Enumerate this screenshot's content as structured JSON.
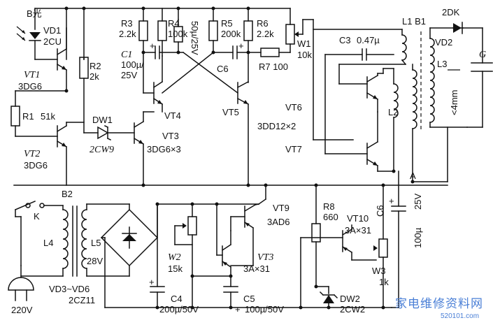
{
  "labels": {
    "b_light": "B光",
    "vd1": "VD1",
    "vd1_type": "2CU",
    "vt1": "VT1",
    "vt1_type": "3DG6",
    "r1": "R1",
    "r1_val": "51k",
    "vt2": "VT2",
    "vt2_type": "3DG6",
    "r2": "R2",
    "r2_val": "2k",
    "dw1": "DW1",
    "dw1_type": "2CW9",
    "r3": "R3",
    "r3_val": "2.2k",
    "r4": "R4",
    "r4_val": "100k",
    "c1": "C1",
    "c1_val1": "100µ/",
    "c1_val2": "25V",
    "c_mid": "50µ/25V",
    "r5": "R5",
    "r5_val": "200k",
    "r6": "R6",
    "r6_val": "2.2k",
    "c6_top": "C6",
    "vt4": "VT4",
    "vt5": "VT5",
    "vt3_top": "VT3",
    "vt3_top_type": "3DG6×3",
    "r7": "R7 100",
    "w1": "W1",
    "w1_val": "10k",
    "c3": "C3",
    "c3_val": "0.47µ",
    "l1b1": "L1 B1",
    "dk": "2DK",
    "vd2": "VD2",
    "l3": "L3",
    "g": "G",
    "gap": "<4mm",
    "vt6": "VT6",
    "vt6_type": "3DD12×2",
    "vt7": "VT7",
    "l2": "L2",
    "node_a": "A",
    "b2": "B2",
    "k": "K",
    "l4": "L4",
    "l5": "L5",
    "v28": "28V",
    "vd3_6": "VD3~VD6",
    "vd3_6_type": "2CZ11",
    "v220": "220V",
    "c4": "C4",
    "c4_val": "200µ/50V",
    "w2": "W2",
    "w2_val": "15k",
    "vt3_bot": "VT3",
    "vt3_bot_type": "3A×31",
    "vt9": "VT9",
    "vt9_type": "3AD6",
    "c5": "C5",
    "c5_val": "100µ/50V",
    "r8": "R8",
    "r8_val": "660",
    "vt10": "VT10",
    "vt10_type": "3A×31",
    "c6_bot": "C6",
    "c6_bot_val1": "100µ",
    "c6_bot_val2": "25V",
    "w3": "W3",
    "w3_val": "1k",
    "dw2": "DW2",
    "dw2_type": "2CW2",
    "plus": "+"
  },
  "watermark": {
    "text": "家电维修资料网",
    "url": "520101.com"
  },
  "colors": {
    "ink": "#111111",
    "watermark": "#4a7fd6"
  }
}
